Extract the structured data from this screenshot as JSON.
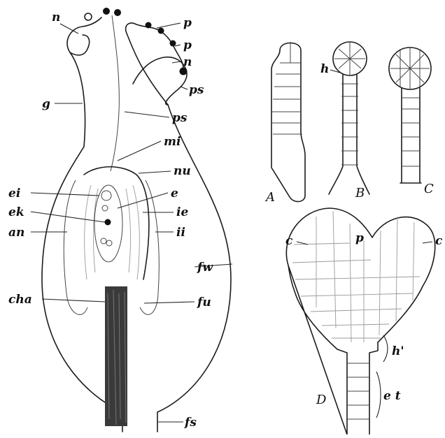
{
  "figure": {
    "pistil_labels": {
      "n_top": "n",
      "p_1": "p",
      "p_2": "p",
      "n_right": "n",
      "ps_right": "ps",
      "g": "g",
      "ps_mid": "ps",
      "mi": "mi",
      "nu": "nu",
      "ei": "ei",
      "e": "e",
      "ek": "ek",
      "ie": "ie",
      "an": "an",
      "ii": "ii",
      "fw": "fw",
      "cha": "cha",
      "fu": "fu",
      "fs": "fs"
    },
    "embryo_labels": {
      "A": "A",
      "B": "B",
      "C": "C",
      "D": "D",
      "h": "h",
      "c_left": "c",
      "p": "p",
      "c_right": "c",
      "h_prime": "h'",
      "et": "e t"
    }
  },
  "colors": {
    "ink": "#1c1c1c",
    "paper": "#ffffff"
  }
}
